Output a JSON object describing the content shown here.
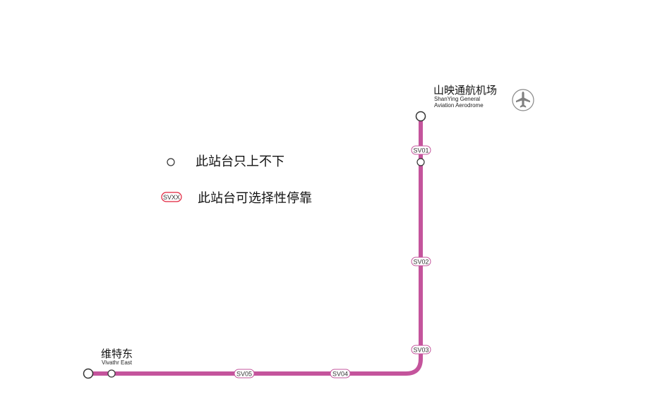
{
  "line": {
    "color": "#c4549c",
    "outline_color": "#e0203a"
  },
  "stations": {
    "terminal_north": {
      "name_cn": "山映通航机场",
      "name_en_line1": "ShanYing General",
      "name_en_line2": "Aviation Aerodrome",
      "icon": "airplane-icon"
    },
    "terminal_west": {
      "name_cn": "维特东",
      "name_en": "Vivathr East"
    }
  },
  "stops": [
    {
      "label": "SV01"
    },
    {
      "label": "SV02"
    },
    {
      "label": "SV03"
    },
    {
      "label": "SV04"
    },
    {
      "label": "SV05"
    }
  ],
  "legend": {
    "pickup_only": "此站台只上不下",
    "optional_code": "SVXX",
    "optional_stop": "此站台可选择性停靠"
  }
}
